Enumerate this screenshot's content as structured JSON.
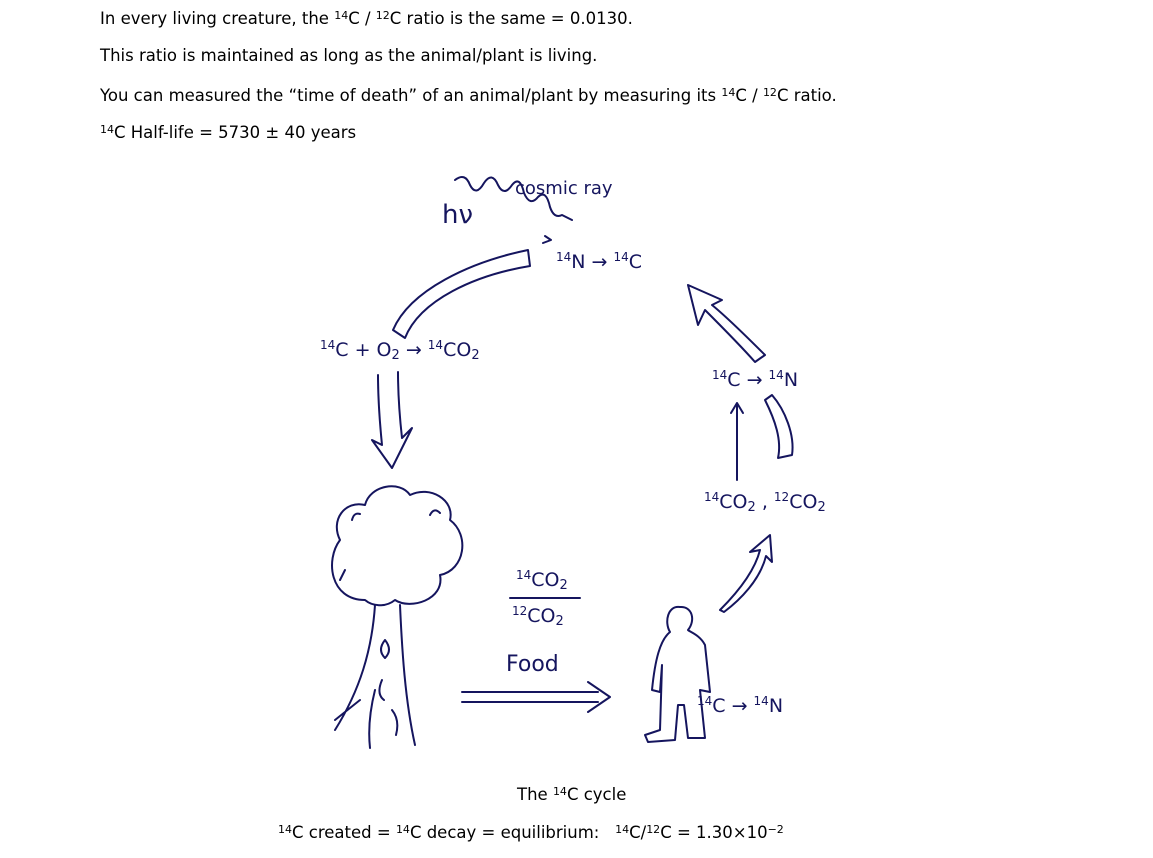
{
  "intro": {
    "line1": {
      "a": "In every living creature, the ",
      "iso1": "14",
      "b": "C / ",
      "iso2": "12",
      "c": "C ratio is the same = 0.0130."
    },
    "line2": "This ratio is maintained as long as the animal/plant is living.",
    "line3": {
      "a": "You can measured the “time of death” of an animal/plant by measuring its ",
      "iso1": "14",
      "b": "C / ",
      "iso2": "12",
      "c": "C ratio."
    },
    "line4": {
      "iso": "14",
      "a": "C Half-life = 5730 ± 40 years"
    }
  },
  "diagram": {
    "cosmic_ray": "cosmic ray",
    "hv": "hν",
    "n_to_c": {
      "m1": "14",
      "s1": "N → ",
      "m2": "14",
      "s2": "C"
    },
    "oxidation": {
      "m1": "14",
      "s1": "C + O",
      "sub1": "2",
      "s2": " → ",
      "m2": "14",
      "s3": "CO",
      "sub2": "2"
    },
    "decay_top": {
      "m1": "14",
      "s1": "C → ",
      "m2": "14",
      "s2": "N"
    },
    "co2_pair": {
      "m1": "14",
      "s1": "CO",
      "sub1": "2",
      "s2": " , ",
      "m2": "12",
      "s3": "CO",
      "sub2": "2"
    },
    "fraction": {
      "num_m": "14",
      "num": "CO",
      "num_sub": "2",
      "den_m": "12",
      "den": "CO",
      "den_sub": "2"
    },
    "food": "Food",
    "decay_person": {
      "m1": "14",
      "s1": "C → ",
      "m2": "14",
      "s2": "N"
    },
    "ink_color": "#15155e"
  },
  "caption": {
    "a": "The ",
    "iso": "14",
    "b": "C cycle"
  },
  "equation": {
    "iso1": "14",
    "a": "C created = ",
    "iso2": "14",
    "b": "C decay = equilibrium:   ",
    "iso3": "14",
    "c": "C/",
    "iso4": "12",
    "d": "C = 1.30×10",
    "exp": "−2"
  }
}
